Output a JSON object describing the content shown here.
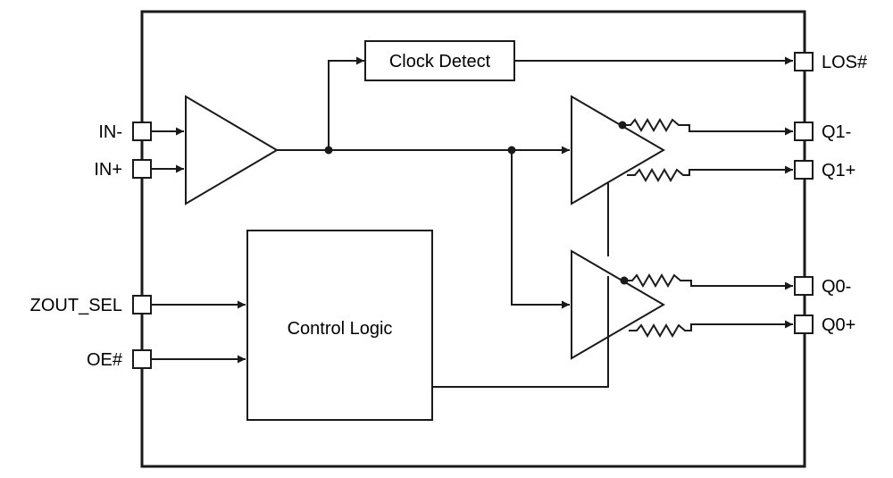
{
  "diagram": {
    "inputs": {
      "in_minus": "IN-",
      "in_plus": "IN+",
      "zout_sel": "ZOUT_SEL",
      "oe": "OE#"
    },
    "outputs": {
      "los": "LOS#",
      "q1_minus": "Q1-",
      "q1_plus": "Q1+",
      "q0_minus": "Q0-",
      "q0_plus": "Q0+"
    },
    "blocks": {
      "clock_detect": "Clock Detect",
      "control_logic": "Control Logic"
    }
  }
}
